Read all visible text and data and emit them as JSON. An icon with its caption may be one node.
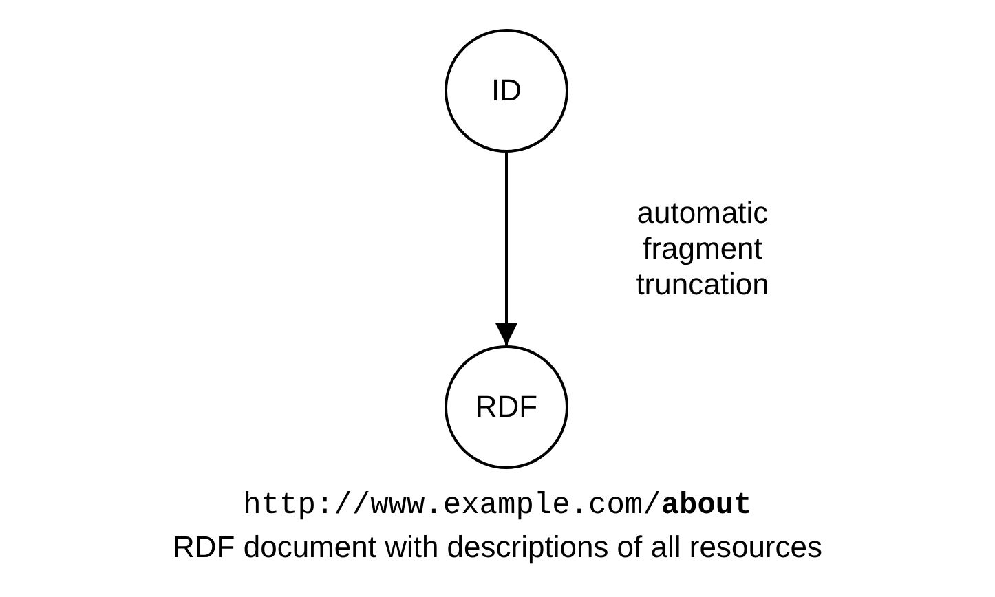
{
  "diagram": {
    "nodes": [
      {
        "text": [
          "ID"
        ]
      },
      {
        "text": [
          "RDF"
        ],
        "beside": [
          "http://www.example.com/**about**",
          "RDF document with descriptions of all resources"
        ]
      }
    ],
    "edges": [
      {
        "from": 0,
        "to": 1,
        "arrow": "to",
        "label": "automatic fragment truncation"
      }
    ]
  }
}
